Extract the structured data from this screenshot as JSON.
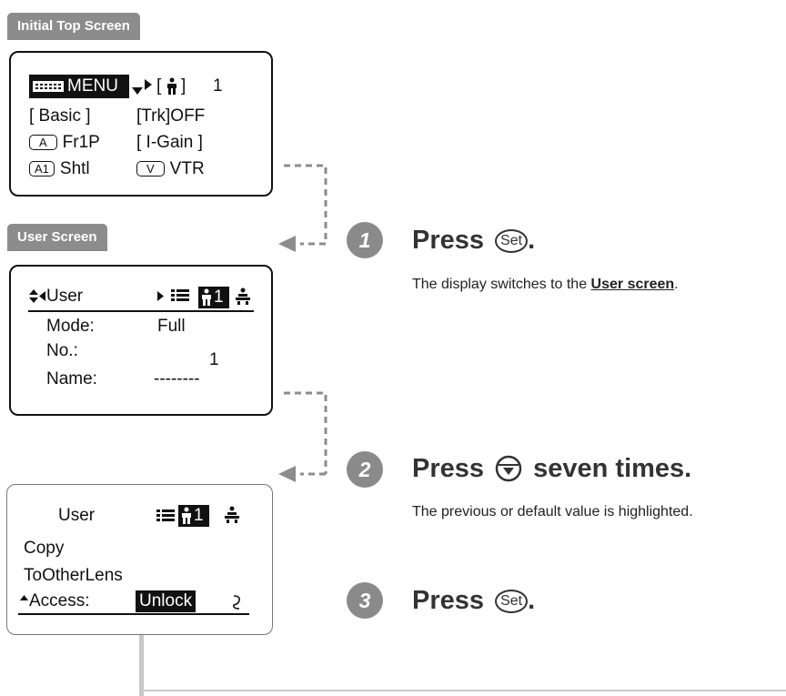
{
  "labels": {
    "initial": "Initial Top Screen",
    "user": "User Screen"
  },
  "screen1": {
    "menu": "MENU",
    "person_val": "1",
    "basic": "[ Basic ]",
    "trk": "[Trk]OFF",
    "btn_a": "A",
    "fr1p": "Fr1P",
    "igain": "[ I-Gain ]",
    "btn_a1": "A1",
    "shtl": "Shtl",
    "btn_v": "V",
    "vtr": "VTR"
  },
  "screen2": {
    "title": "User",
    "badge": "1",
    "mode_label": "Mode:",
    "mode_value": "Full",
    "no_label": "No.:",
    "no_value": "1",
    "name_label": "Name:",
    "name_value": "--------"
  },
  "screen3": {
    "title": "User",
    "badge": "1",
    "copy": "Copy",
    "to_other": "ToOtherLens",
    "access_label": "Access:",
    "access_value": "Unlock"
  },
  "steps": [
    {
      "num": "1",
      "prefix": "Press",
      "button": "Set",
      "suffix": ".",
      "desc_before": "The display switches to the ",
      "desc_link": "User screen",
      "desc_after": "."
    },
    {
      "num": "2",
      "prefix": "Press",
      "suffix": "seven times.",
      "desc": "The previous or default value is highlighted."
    },
    {
      "num": "3",
      "prefix": "Press",
      "button": "Set",
      "suffix": "."
    }
  ],
  "colors": {
    "connector": "#8c8c8c",
    "step_circle": "#8a8a8a",
    "tag": "#8c8c8c"
  }
}
